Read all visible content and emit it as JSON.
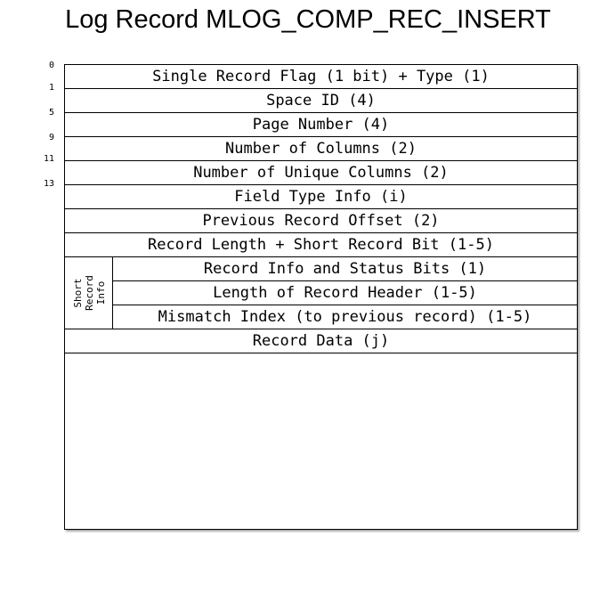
{
  "title": "Log Record MLOG_COMP_REC_INSERT",
  "offsets": [
    "0",
    "1",
    "5",
    "9",
    "11",
    "13"
  ],
  "fields": [
    "Single Record Flag (1 bit) + Type (1)",
    "Space ID (4)",
    "Page Number (4)",
    "Number of Columns (2)",
    "Number of Unique Columns (2)",
    "Field Type Info (i)",
    "Previous Record Offset (2)",
    "Record Length + Short Record Bit (1-5)",
    "Record Info and Status Bits (1)",
    "Length of Record Header (1-5)",
    "Mismatch Index (to previous record) (1-5)",
    "Record Data (j)"
  ],
  "group": {
    "lines": [
      "Short",
      "Record",
      "Info"
    ]
  }
}
